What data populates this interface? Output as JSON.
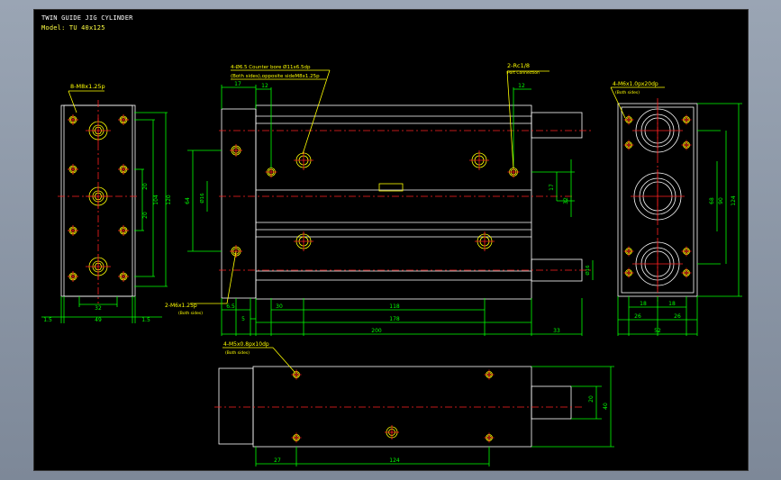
{
  "title_block": {
    "line1": "TWIN GUIDE JIG CYLINDER",
    "line2": "Model: TU 40x125"
  },
  "colors": {
    "background": "#000000",
    "outline": "#ffffff",
    "dimension": "#00ff00",
    "leader": "#ffff00",
    "center": "#ff2020",
    "hole": "#ffff00"
  },
  "notes": {
    "end_tap": "8-M8x1.25p",
    "cbore_1": "4-Ø6.5 Counter bore Ø11x6.5dp",
    "cbore_2": "(Both sides),opposite sideM8x1.25p",
    "port": "2-Rc1/8",
    "port_sub": "Port Connection",
    "side_tap": "2-M6x1.25p",
    "side_tap_sub": "(Both sides)",
    "right_tap": "4-M6x1.0px20dp",
    "right_tap_sub": "(Both sides)",
    "bottom_tap": "4-M5x0.8px10dp",
    "bottom_tap_sub": "(Both sides)"
  },
  "dims": {
    "left_view": [
      "1.5",
      "49",
      "1.5",
      "32",
      "20",
      "20",
      "104",
      "120"
    ],
    "front_view": [
      "17",
      "12",
      "12",
      "64",
      "Ø16",
      "6.5",
      "5",
      "30",
      "118",
      "178",
      "200",
      "33",
      "17",
      "32",
      "Ø16"
    ],
    "right_view": [
      "18",
      "18",
      "26",
      "26",
      "52",
      "68",
      "90",
      "124"
    ],
    "bottom_view": [
      "27",
      "124",
      "20",
      "40"
    ]
  }
}
